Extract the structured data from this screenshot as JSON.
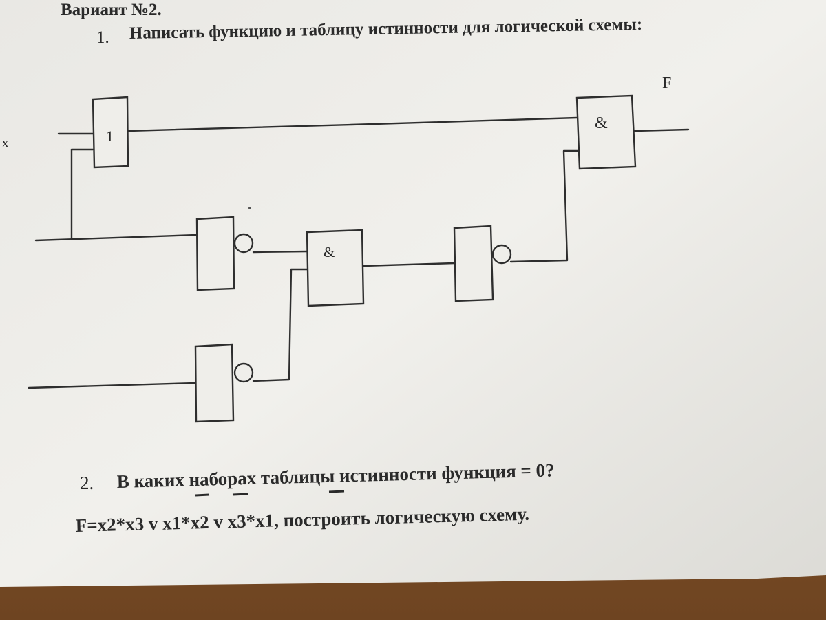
{
  "header": {
    "variant": "Вариант №2.",
    "task1_number": "1.",
    "task1_text": "Написать функцию и таблицу истинности  для логической схемы:"
  },
  "diagram": {
    "output_label": "F",
    "input_x_label": "x",
    "or_gate_symbol": "1",
    "and_gate_top_symbol": "&",
    "and_gate_mid_symbol": "&"
  },
  "task2": {
    "number": "2.",
    "text": "В каких наборах таблицы истинности функция = 0?",
    "formula_parts": [
      "F=x2*x3 v ",
      "x1",
      "*x2 v x3*",
      "x1",
      ", построить логическую схему."
    ]
  },
  "colors": {
    "paper": "#eeede9",
    "ink": "#2a2a2a",
    "desk": "#8c5a2c"
  }
}
